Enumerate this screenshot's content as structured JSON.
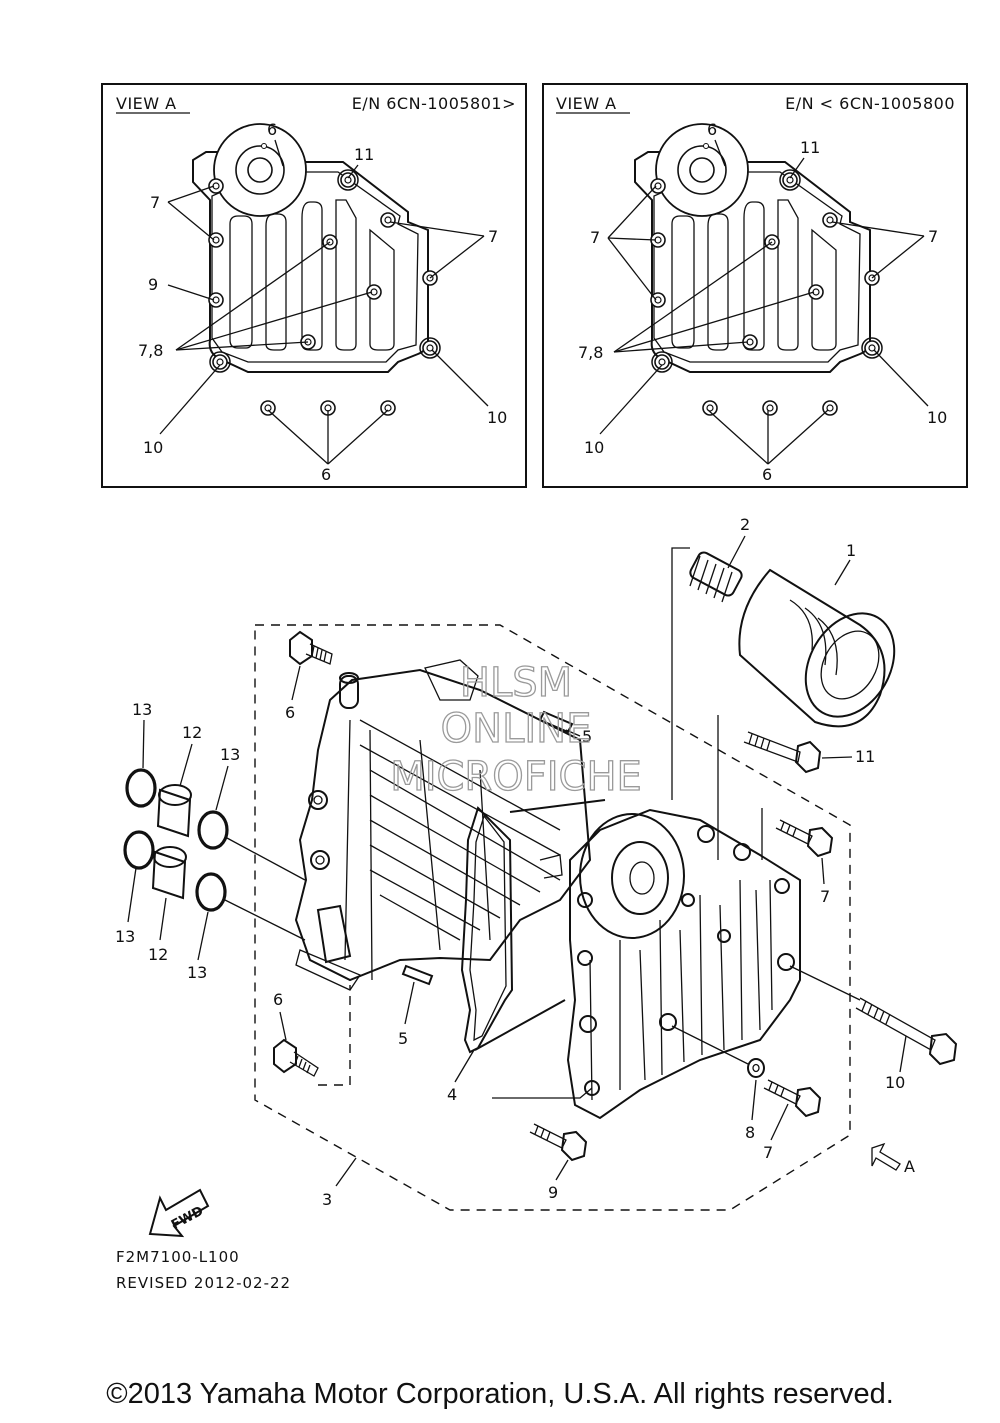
{
  "view_left": {
    "title": "VIEW A",
    "engine_number": "E/N 6CN-1005801>"
  },
  "view_right": {
    "title": "VIEW A",
    "engine_number": "E/N < 6CN-1005800"
  },
  "view_callouts": {
    "c6": "6",
    "c7": "7",
    "c78": "7,8",
    "c9": "9",
    "c10": "10",
    "c11": "11"
  },
  "parts": {
    "p1": "1",
    "p2": "2",
    "p3": "3",
    "p4": "4",
    "p5": "5",
    "p6": "6",
    "p7": "7",
    "p8": "8",
    "p9": "9",
    "p10": "10",
    "p11": "11",
    "p12": "12",
    "p13": "13"
  },
  "direction_marker": "A",
  "fwd_label": "FWD",
  "watermark": {
    "line1": "HLSM",
    "line2": "ONLINE",
    "line3": "MICROFICHE"
  },
  "figure_code": "F2M7100-L100",
  "revised": "REVISED 2012-02-22",
  "copyright": "©2013 Yamaha Motor Corporation, U.S.A. All rights reserved."
}
